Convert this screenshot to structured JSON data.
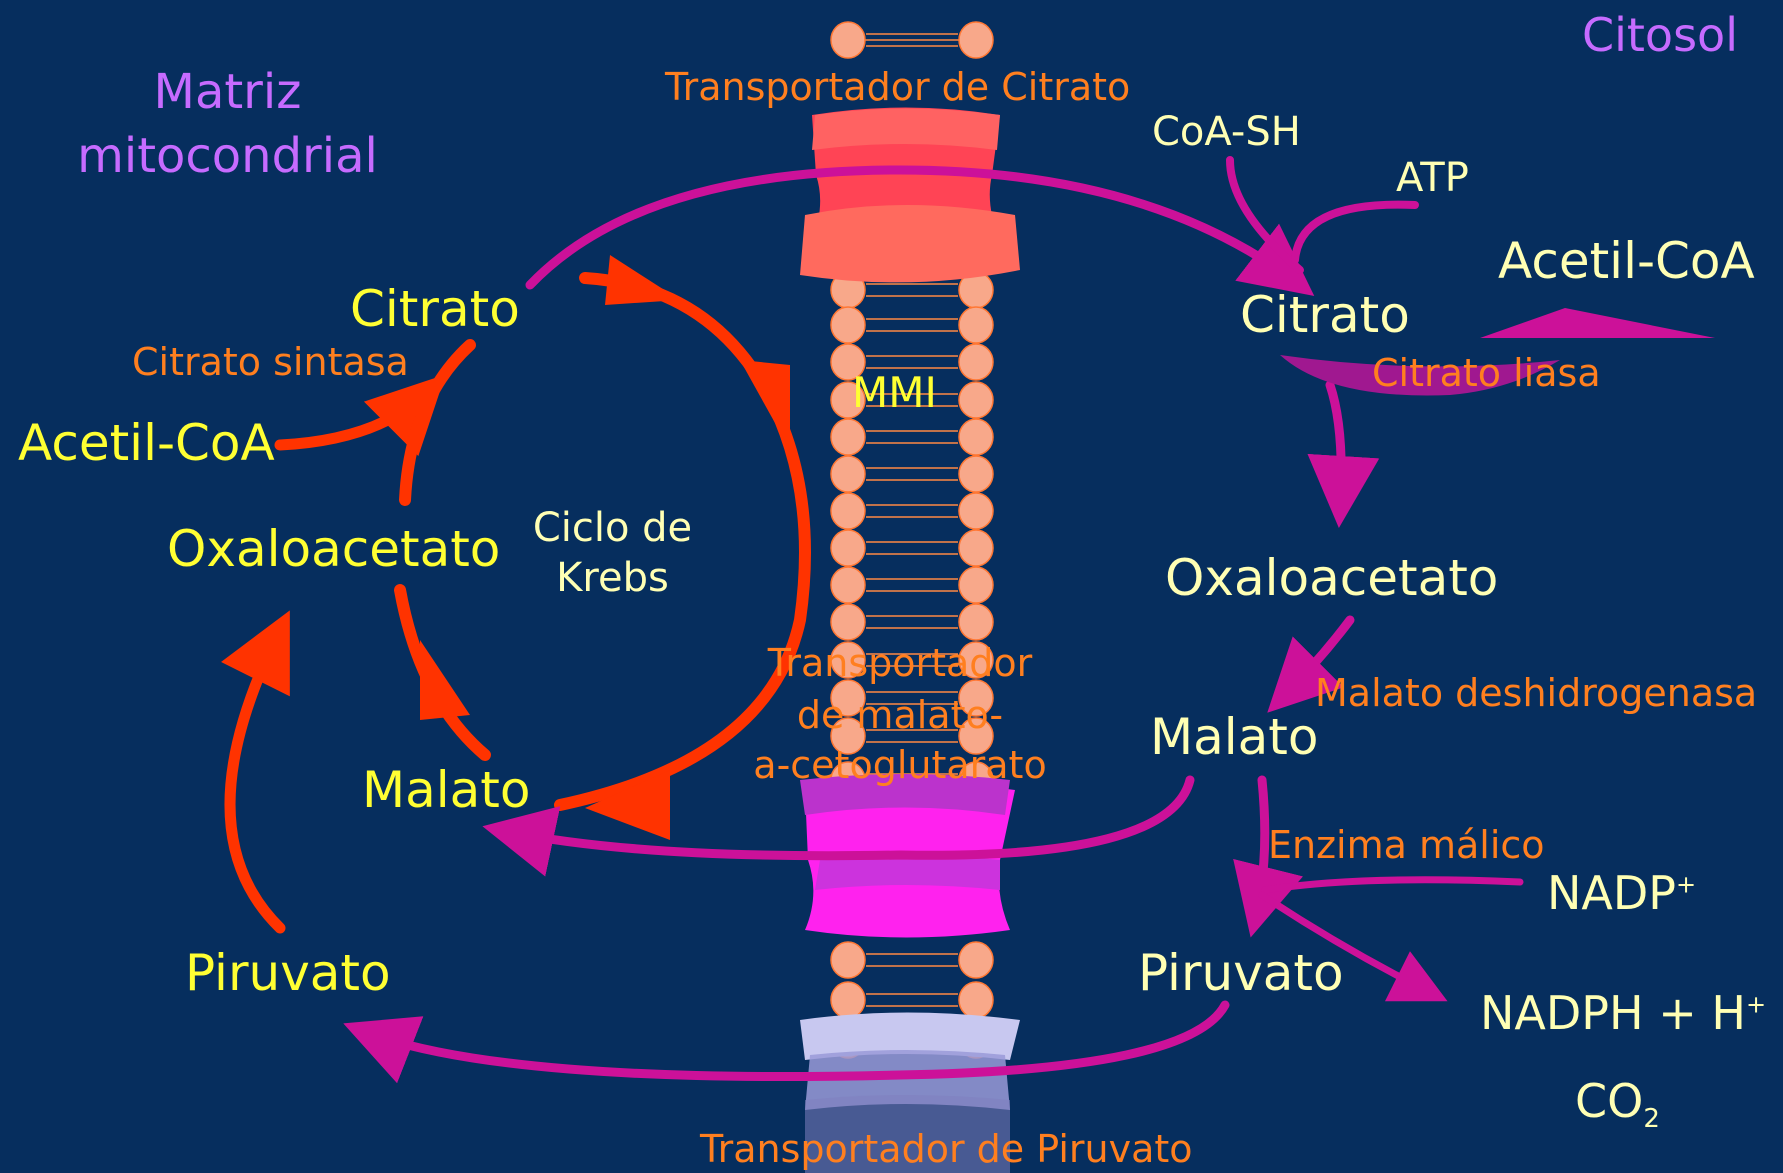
{
  "colors": {
    "background": "#062e5e",
    "matrix_text": "#ffff33",
    "cytosol_text": "#ffffb4",
    "enzyme_text": "#ff7f1f",
    "compartment_text": "#c66bff",
    "krebs_arrow": "#ff3300",
    "transport_arrow": "#cc1199",
    "membrane_head": "#f8a88a",
    "citrate_transporter": "#ff4455",
    "malate_transporter": "#ff22ee",
    "pyruvate_transporter": "#c8c8f0"
  },
  "compartments": {
    "matrix_line1": "Matriz",
    "matrix_line2": "mitocondrial",
    "cytosol": "Citosol",
    "membrane": "MMI"
  },
  "transporters": {
    "citrate": "Transportador de Citrato",
    "malate_line1": "Transportador",
    "malate_line2": "de malato-",
    "malate_line3": "a-cetoglutarato",
    "pyruvate": "Transportador de Piruvato"
  },
  "matrix": {
    "citrate": "Citrato",
    "citrate_synthase": "Citrato sintasa",
    "acetyl_coa": "Acetil-CoA",
    "oxaloacetate": "Oxaloacetato",
    "krebs_line1": "Ciclo de",
    "krebs_line2": "Krebs",
    "malate": "Malato",
    "pyruvate": "Piruvato"
  },
  "cytosol": {
    "coa_sh": "CoA-SH",
    "atp": "ATP",
    "citrate": "Citrato",
    "acetyl_coa": "Acetil-CoA",
    "citrate_lyase": "Citrato liasa",
    "oxaloacetate": "Oxaloacetato",
    "malate_dehydrogenase": "Malato deshidrogenasa",
    "malate": "Malato",
    "malic_enzyme": "Enzima málico",
    "nadp_base": "NADP",
    "nadp_sup": "+",
    "pyruvate": "Piruvato",
    "nadph_base": "NADPH + H",
    "nadph_sup": "+",
    "co2_base": "CO",
    "co2_sub": "2"
  }
}
